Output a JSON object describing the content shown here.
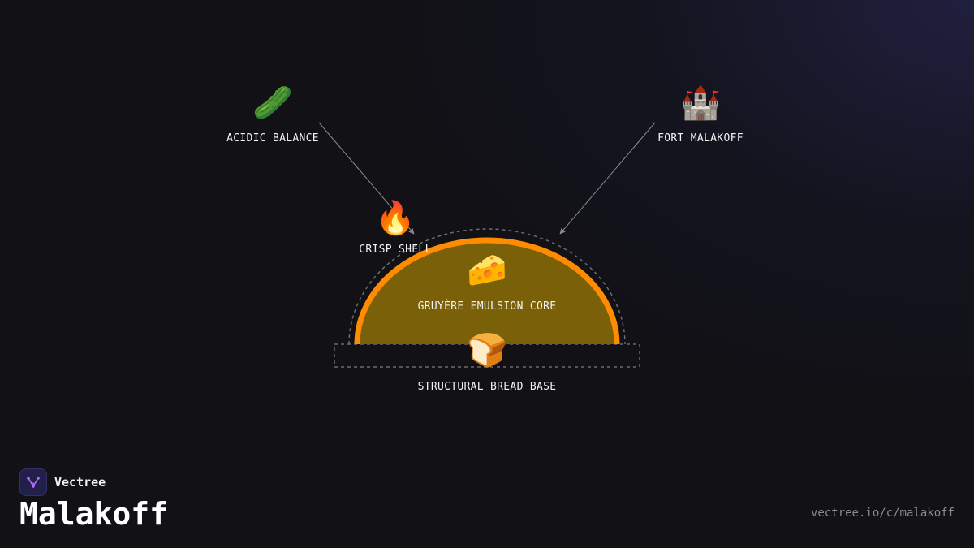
{
  "brand": {
    "name": "Vectree",
    "logo_icon": "tree-branch-icon"
  },
  "title": "Malakoff",
  "url": "vectree.io/c/malakoff",
  "nodes": {
    "acidic_balance": {
      "icon": "🥒",
      "icon_name": "cucumber-icon",
      "label": "ACIDIC BALANCE"
    },
    "fort_malakoff": {
      "icon": "🏰",
      "icon_name": "castle-icon",
      "label": "FORT MALAKOFF"
    },
    "crisp_shell": {
      "icon": "🔥",
      "icon_name": "fire-icon",
      "label": "CRISP SHELL"
    },
    "gruyere_core": {
      "icon": "🧀",
      "icon_name": "cheese-icon",
      "label": "GRUYÈRE EMULSION CORE"
    },
    "bread_base": {
      "icon": "🍞",
      "icon_name": "bread-icon",
      "label": "STRUCTURAL BREAD BASE"
    }
  },
  "colors": {
    "background": "#111116",
    "dome_fill": "#7a6008",
    "dome_stroke": "#ff8c00",
    "guide_dashes": "#6b6b74",
    "connector": "#8a8a92",
    "brand_accent": "#b36bff"
  }
}
